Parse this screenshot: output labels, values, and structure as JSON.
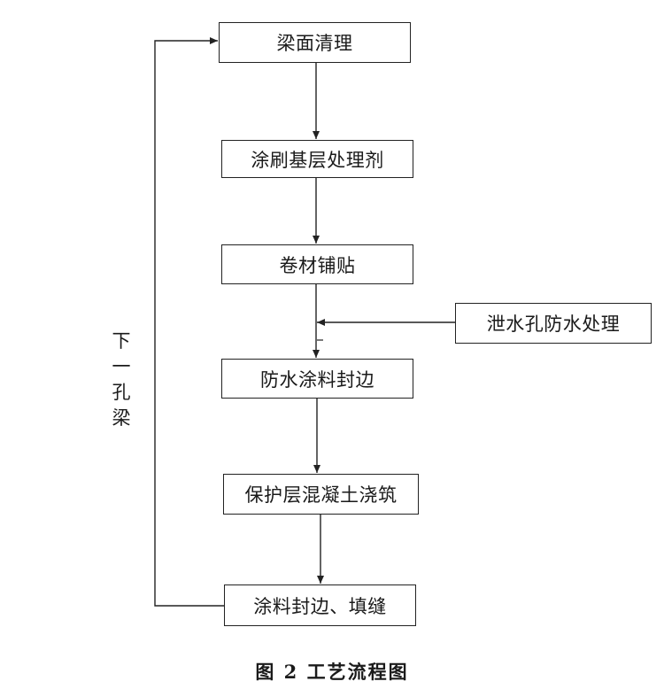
{
  "steps": [
    "梁面清理",
    "涂刷基层处理剂",
    "卷材铺贴",
    "防水涂料封边",
    "保护层混凝土浇筑",
    "涂料封边、填缝"
  ],
  "side_step": "泄水孔防水处理",
  "loop_label": [
    "下",
    "一",
    "孔",
    "梁"
  ],
  "caption": "图 2 工艺流程图",
  "colors": {
    "line": "#222222",
    "background": "#ffffff",
    "text": "#1a1a1a"
  }
}
